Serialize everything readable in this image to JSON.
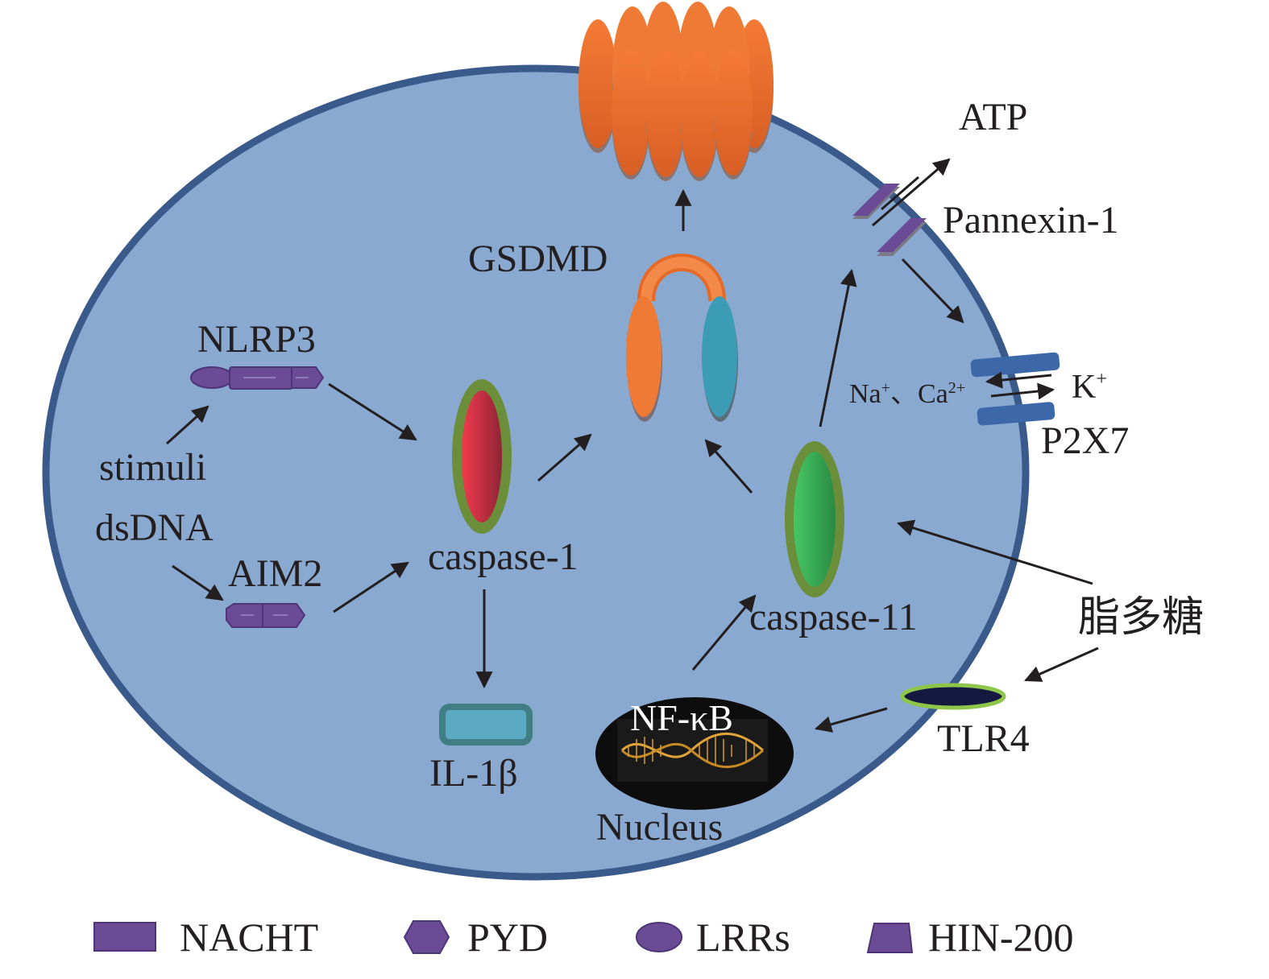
{
  "labels": {
    "atp": "ATP",
    "pannexin": "Pannexin-1",
    "gsdmd": "GSDMD",
    "nlrp3": "NLRP3",
    "stimuli": "stimuli",
    "dsdna": "dsDNA",
    "aim2": "AIM2",
    "caspase1": "caspase-1",
    "caspase11": "caspase-11",
    "il1b": "IL-1β",
    "nfkb": "NF-κB",
    "nucleus": "Nucleus",
    "tlr4": "TLR4",
    "lps": "脂多糖",
    "p2x7": "P2X7",
    "k": "K",
    "k_sup": "+",
    "na": "Na",
    "na_sup": "+",
    "sep": "、",
    "ca": "Ca",
    "ca_sup": "2+"
  },
  "legend": [
    {
      "shape": "rectangle",
      "label": "NACHT"
    },
    {
      "shape": "hexagon",
      "label": "PYD"
    },
    {
      "shape": "ellipse",
      "label": "LRRs"
    },
    {
      "shape": "trapezoid",
      "label": "HIN-200"
    }
  ],
  "colors": {
    "cell_fill": "#8aa9d1",
    "membrane": "#3b5a8c",
    "pore": "#ef7a35",
    "protein_purple": "#6b4b96",
    "caspase1_core": "#e8384a",
    "caspase_ring": "#6b8e3a",
    "caspase11_core": "#3fbf5a",
    "gsdmd_teal": "#3c9bb5",
    "il1b": "#5aaac3",
    "p2x7": "#3c67a8",
    "arrow": "#231f20"
  }
}
